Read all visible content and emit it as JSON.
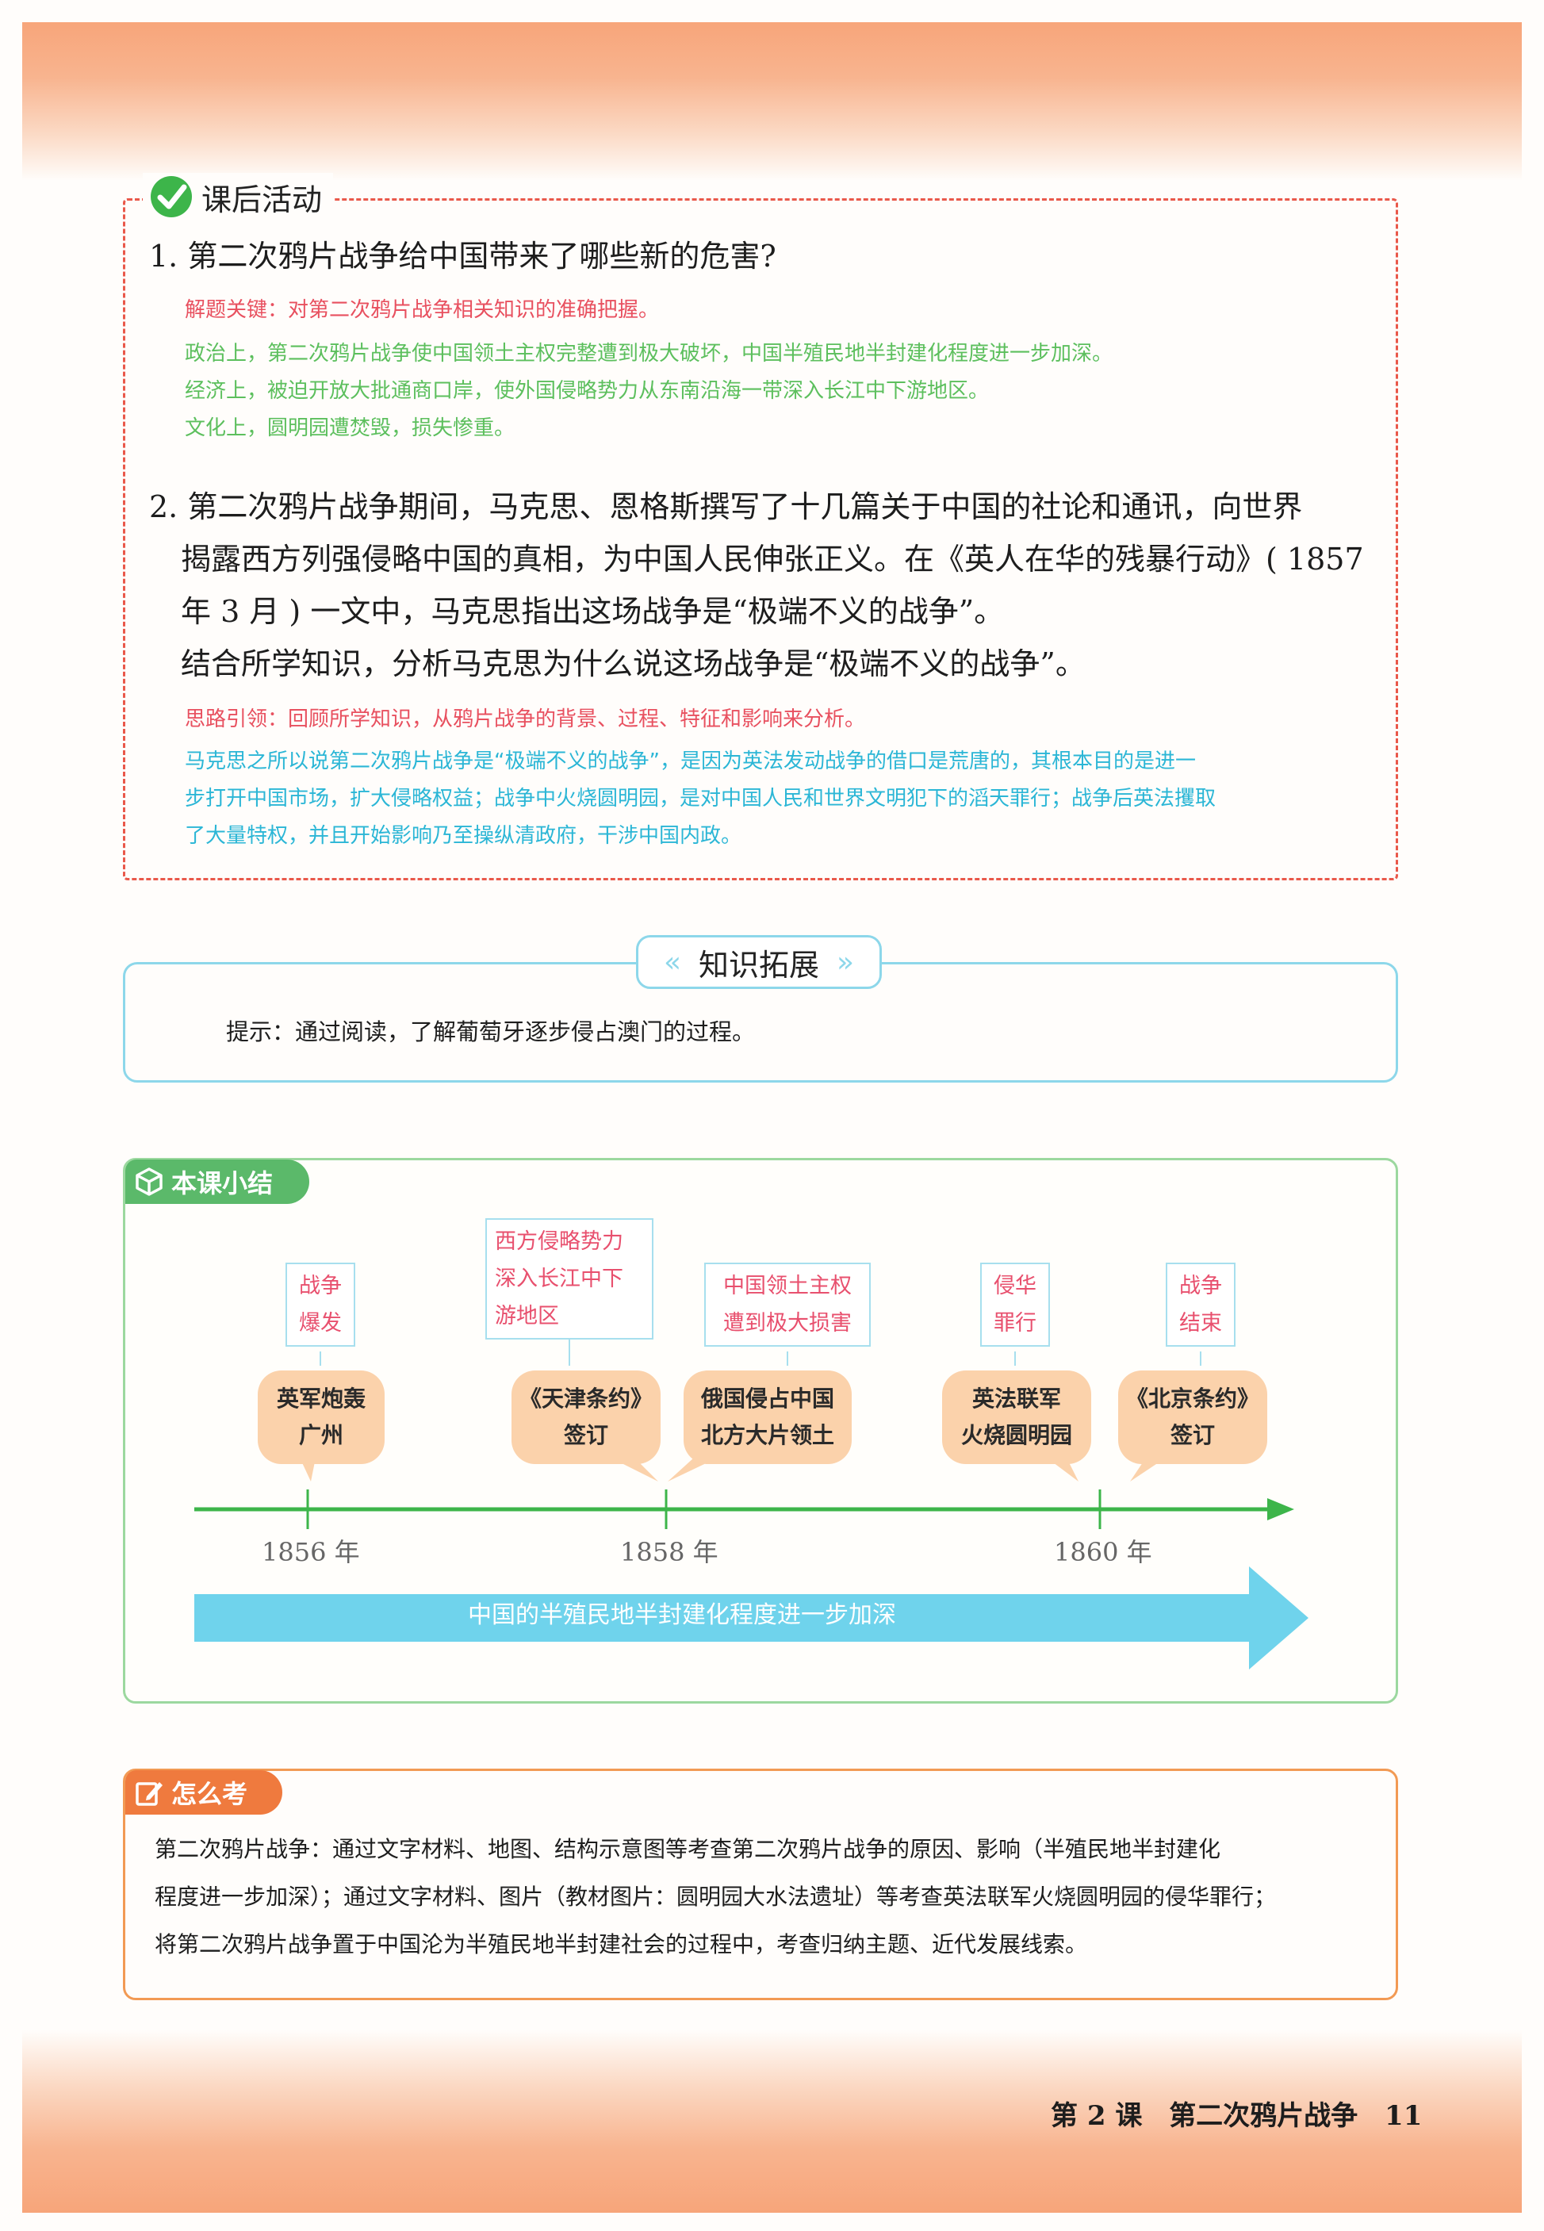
{
  "activity": {
    "title": "课后活动",
    "q1": "1. 第二次鸦片战争给中国带来了哪些新的危害?",
    "q1_hint": "解题关键：对第二次鸦片战争相关知识的准确把握。",
    "q1_answer": [
      "政治上，第二次鸦片战争使中国领土主权完整遭到极大破坏，中国半殖民地半封建化程度进一步加深。",
      "经济上，被迫开放大批通商口岸，使外国侵略势力从东南沿海一带深入长江中下游地区。",
      "文化上，圆明园遭焚毁，损失惨重。"
    ],
    "q2_lines": [
      "2. 第二次鸦片战争期间，马克思、恩格斯撰写了十几篇关于中国的社论和通讯，向世界",
      "揭露西方列强侵略中国的真相，为中国人民伸张正义。在《英人在华的残暴行动》( 1857",
      "年 3 月 ) 一文中，马克思指出这场战争是“极端不义的战争”。",
      "结合所学知识，分析马克思为什么说这场战争是“极端不义的战争”。"
    ],
    "q2_hint": "思路引领：回顾所学知识，从鸦片战争的背景、过程、特征和影响来分析。",
    "q2_answer": [
      "马克思之所以说第二次鸦片战争是“极端不义的战争”，是因为英法发动战争的借口是荒唐的，其根本目的是进一",
      "步打开中国市场，扩大侵略权益；战争中火烧圆明园，是对中国人民和世界文明犯下的滔天罪行；战争后英法攫取",
      "了大量特权，并且开始影响乃至操纵清政府，干涉中国内政。"
    ]
  },
  "knowledge": {
    "title": "知识拓展",
    "text": "提示：通过阅读，了解葡萄牙逐步侵占澳门的过程。"
  },
  "summary": {
    "title": "本课小结",
    "labels": [
      {
        "lines": [
          "战争",
          "爆发"
        ]
      },
      {
        "lines": [
          "西方侵略势力",
          "深入长江中下",
          "游地区"
        ]
      },
      {
        "lines": [
          "中国领土主权",
          "遭到极大损害"
        ]
      },
      {
        "lines": [
          "侵华",
          "罪行"
        ]
      },
      {
        "lines": [
          "战争",
          "结束"
        ]
      }
    ],
    "events": [
      {
        "lines": [
          "英军炮轰",
          "广州"
        ]
      },
      {
        "lines": [
          "《天津条约》",
          "签订"
        ]
      },
      {
        "lines": [
          "俄国侵占中国",
          "北方大片领土"
        ]
      },
      {
        "lines": [
          "英法联军",
          "火烧圆明园"
        ]
      },
      {
        "lines": [
          "《北京条约》",
          "签订"
        ]
      }
    ],
    "years": [
      "1856 年",
      "1858 年",
      "1860 年"
    ],
    "arrow_text": "中国的半殖民地半封建化程度进一步加深",
    "colors": {
      "timeline": "#3db54a",
      "arrow": "#6fd3ec",
      "bubble": "#fbd2ab",
      "label_text": "#e8506e"
    }
  },
  "exam": {
    "title": "怎么考",
    "lines": [
      "第二次鸦片战争：通过文字材料、地图、结构示意图等考查第二次鸦片战争的原因、影响（半殖民地半封建化",
      "程度进一步加深）；通过文字材料、图片（教材图片：圆明园大水法遗址）等考查英法联军火烧圆明园的侵华罪行；",
      "将第二次鸦片战争置于中国沦为半殖民地半封建社会的过程中，考查归纳主题、近代发展线索。"
    ]
  },
  "footer": {
    "lesson": "第 2 课",
    "title": "第二次鸦片战争",
    "page": "11"
  }
}
